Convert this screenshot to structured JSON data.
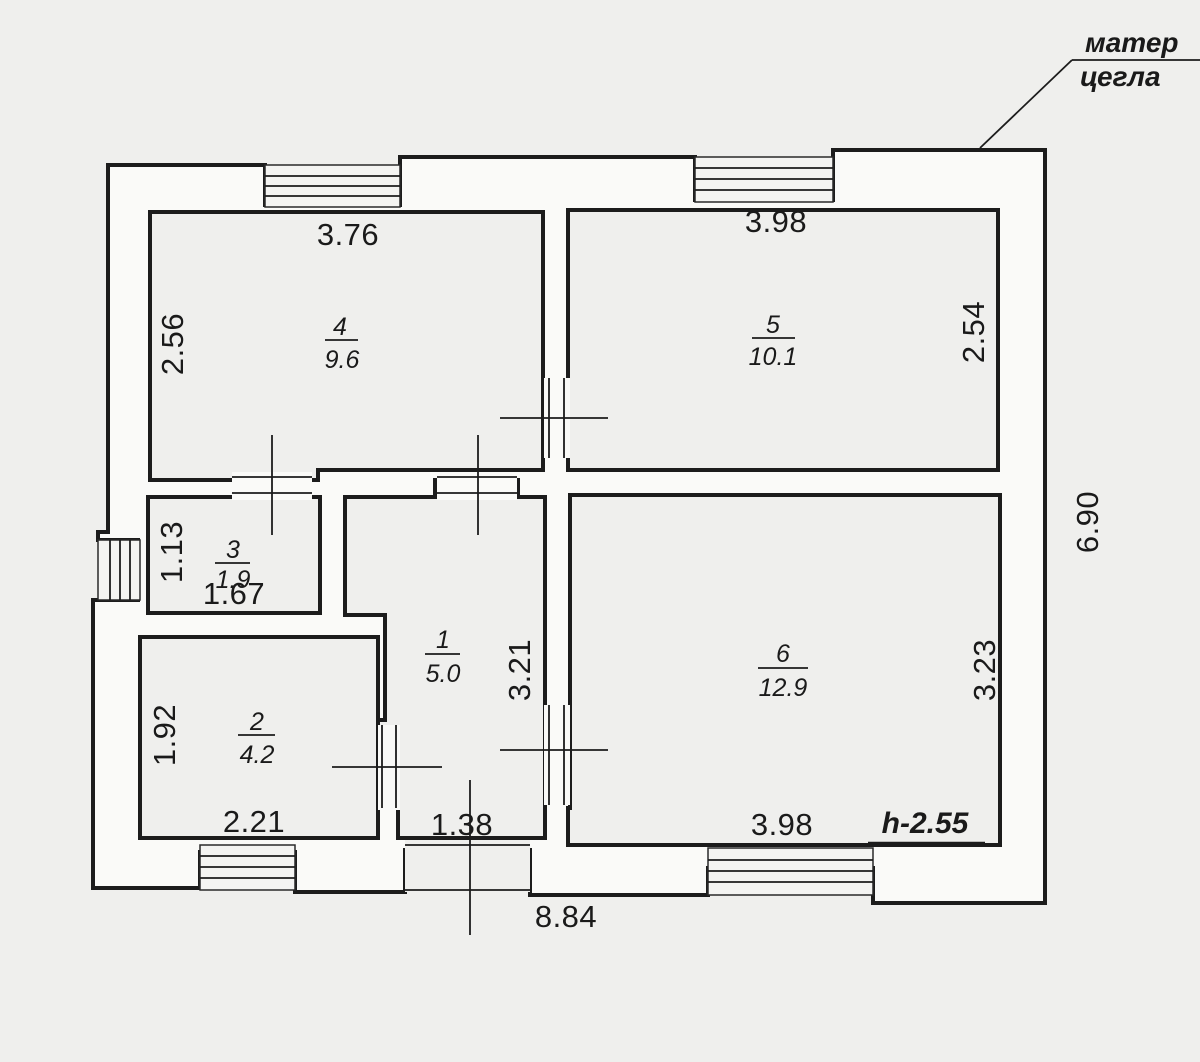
{
  "legend": {
    "line1": "матер",
    "line2": "цегла"
  },
  "height_label": "h-2.55",
  "rooms": [
    {
      "id": "4",
      "number": "4",
      "area": "9.6"
    },
    {
      "id": "5",
      "number": "5",
      "area": "10.1"
    },
    {
      "id": "3",
      "number": "3",
      "area": "1.9"
    },
    {
      "id": "1",
      "number": "1",
      "area": "5.0"
    },
    {
      "id": "2",
      "number": "2",
      "area": "4.2"
    },
    {
      "id": "6",
      "number": "6",
      "area": "12.9"
    }
  ],
  "dimensions": {
    "room4_width": "3.76",
    "room4_height": "2.56",
    "room5_width": "3.98",
    "room5_height": "2.54",
    "room3_height": "1.13",
    "room3_width": "1.67",
    "room1_height": "3.21",
    "room1_width": "1.38",
    "room2_height": "1.92",
    "room2_width": "2.21",
    "room6_height": "3.23",
    "room6_width": "3.98",
    "overall_width": "8.84",
    "overall_height": "6.90"
  }
}
